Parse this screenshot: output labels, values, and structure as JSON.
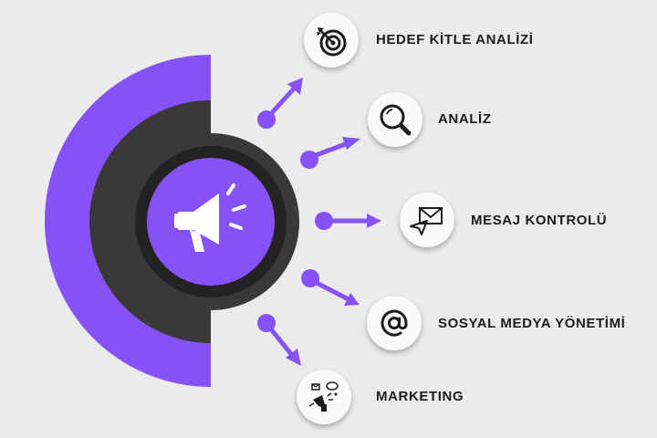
{
  "colors": {
    "background": "#ebebeb",
    "accent": "#8752f5",
    "dark_ring": "#3a3838",
    "dark_inner": "#2c2a2a",
    "text": "#1c1c1c"
  },
  "center": {
    "icon": "megaphone-icon"
  },
  "items": [
    {
      "label": "HEDEF KİTLE ANALİZİ",
      "icon": "target-icon"
    },
    {
      "label": "ANALİZ",
      "icon": "magnifier-icon"
    },
    {
      "label": "MESAJ KONTROLÜ",
      "icon": "envelope-icon"
    },
    {
      "label": "SOSYAL MEDYA YÖNETİMİ",
      "icon": "at-sign-icon"
    },
    {
      "label": "MARKETING",
      "icon": "marketing-icon"
    }
  ]
}
